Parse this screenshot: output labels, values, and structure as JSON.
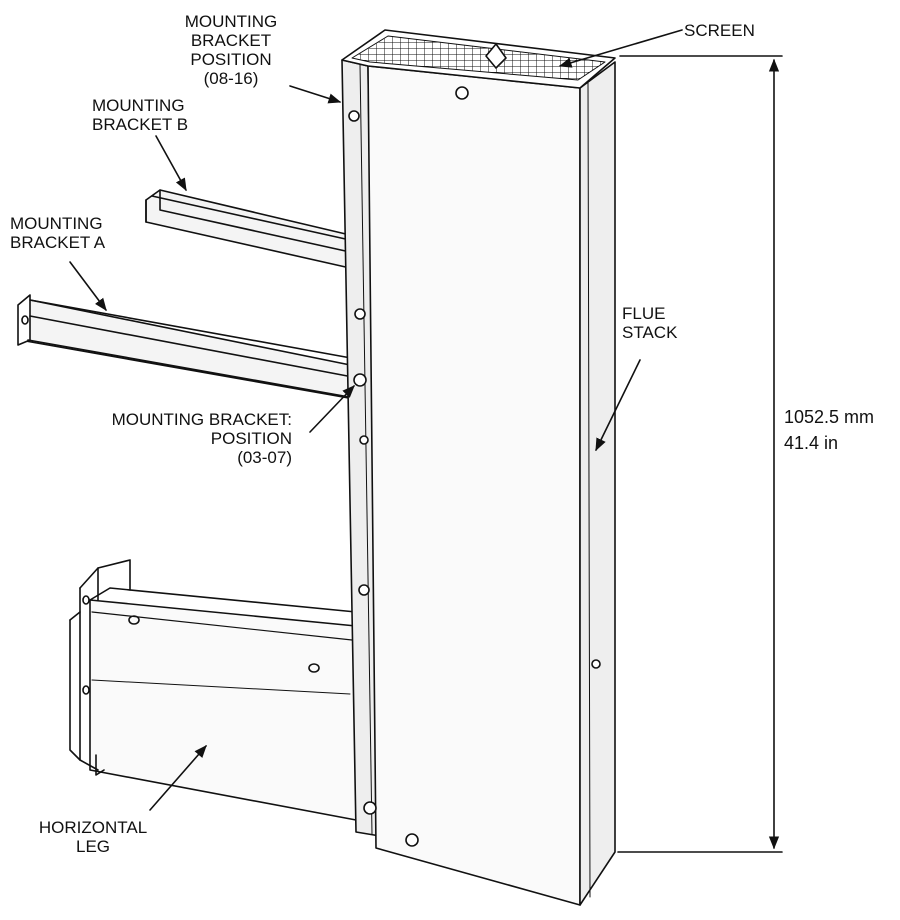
{
  "labels": {
    "bracket_position_upper": [
      "MOUNTING",
      "BRACKET",
      "POSITION",
      "(08-16)"
    ],
    "bracket_b": [
      "MOUNTING",
      "BRACKET B"
    ],
    "bracket_a": [
      "MOUNTING",
      "BRACKET A"
    ],
    "bracket_position_lower": [
      "MOUNTING BRACKET:",
      "POSITION",
      "(03-07)"
    ],
    "screen": "SCREEN",
    "flue_stack": [
      "FLUE",
      "STACK"
    ],
    "horizontal_leg": [
      "HORIZONTAL",
      "LEG"
    ]
  },
  "dimension": {
    "metric": "1052.5 mm",
    "imperial": "41.4 in"
  },
  "colors": {
    "line": "#111111",
    "face": "#fafafa",
    "side": "#eeeeee",
    "background": "#ffffff"
  }
}
